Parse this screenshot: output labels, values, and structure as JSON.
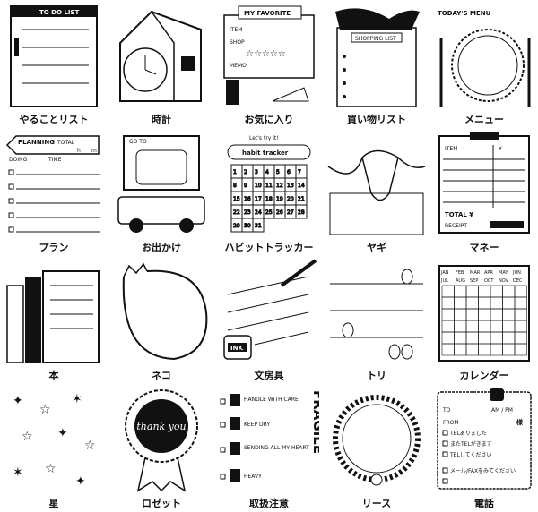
{
  "items": [
    {
      "label": "やることリスト",
      "art_text": "TO DO LIST"
    },
    {
      "label": "時計"
    },
    {
      "label": "お気に入り",
      "art_text": "MY FAVORITE",
      "fields": [
        "ITEM",
        "SHOP",
        "MEMO"
      ]
    },
    {
      "label": "買い物リスト",
      "art_text": "SHOPPING LIST"
    },
    {
      "label": "メニュー",
      "art_text": "TODAY'S MENU"
    },
    {
      "label": "プラン",
      "art_text": "PLANNING",
      "fields": [
        "TOTAL",
        "h",
        "m",
        "DOING",
        "TIME"
      ]
    },
    {
      "label": "お出かけ",
      "art_text": "GO TO"
    },
    {
      "label": "ハビットトラッカー",
      "art_text": "habit tracker",
      "subtitle": "Let's try it!"
    },
    {
      "label": "ヤギ"
    },
    {
      "label": "マネー",
      "fields": [
        "ITEM",
        "¥",
        "TOTAL ¥",
        "RECEIPT"
      ]
    },
    {
      "label": "本"
    },
    {
      "label": "ネコ"
    },
    {
      "label": "文房具",
      "art_text": "INK"
    },
    {
      "label": "トリ"
    },
    {
      "label": "カレンダー",
      "months": [
        "JAN",
        "FEB",
        "MAR",
        "APR",
        "MAY",
        "JUN",
        "JUL",
        "AUG",
        "SEP",
        "OCT",
        "NOV",
        "DEC"
      ]
    },
    {
      "label": "星"
    },
    {
      "label": "ロゼット",
      "art_text": "thank you"
    },
    {
      "label": "取扱注意",
      "art_text": "FRAGILE",
      "fields": [
        "HANDLE WITH CARE",
        "KEEP DRY",
        "SENDING ALL MY HEART",
        "HEAVY"
      ]
    },
    {
      "label": "リース"
    },
    {
      "label": "電話",
      "fields": [
        "TO",
        "AM / PM",
        "FROM",
        "様",
        "TELありました",
        "またTELがきます",
        "TELしてください",
        "メール/FAXをみてください"
      ]
    }
  ]
}
